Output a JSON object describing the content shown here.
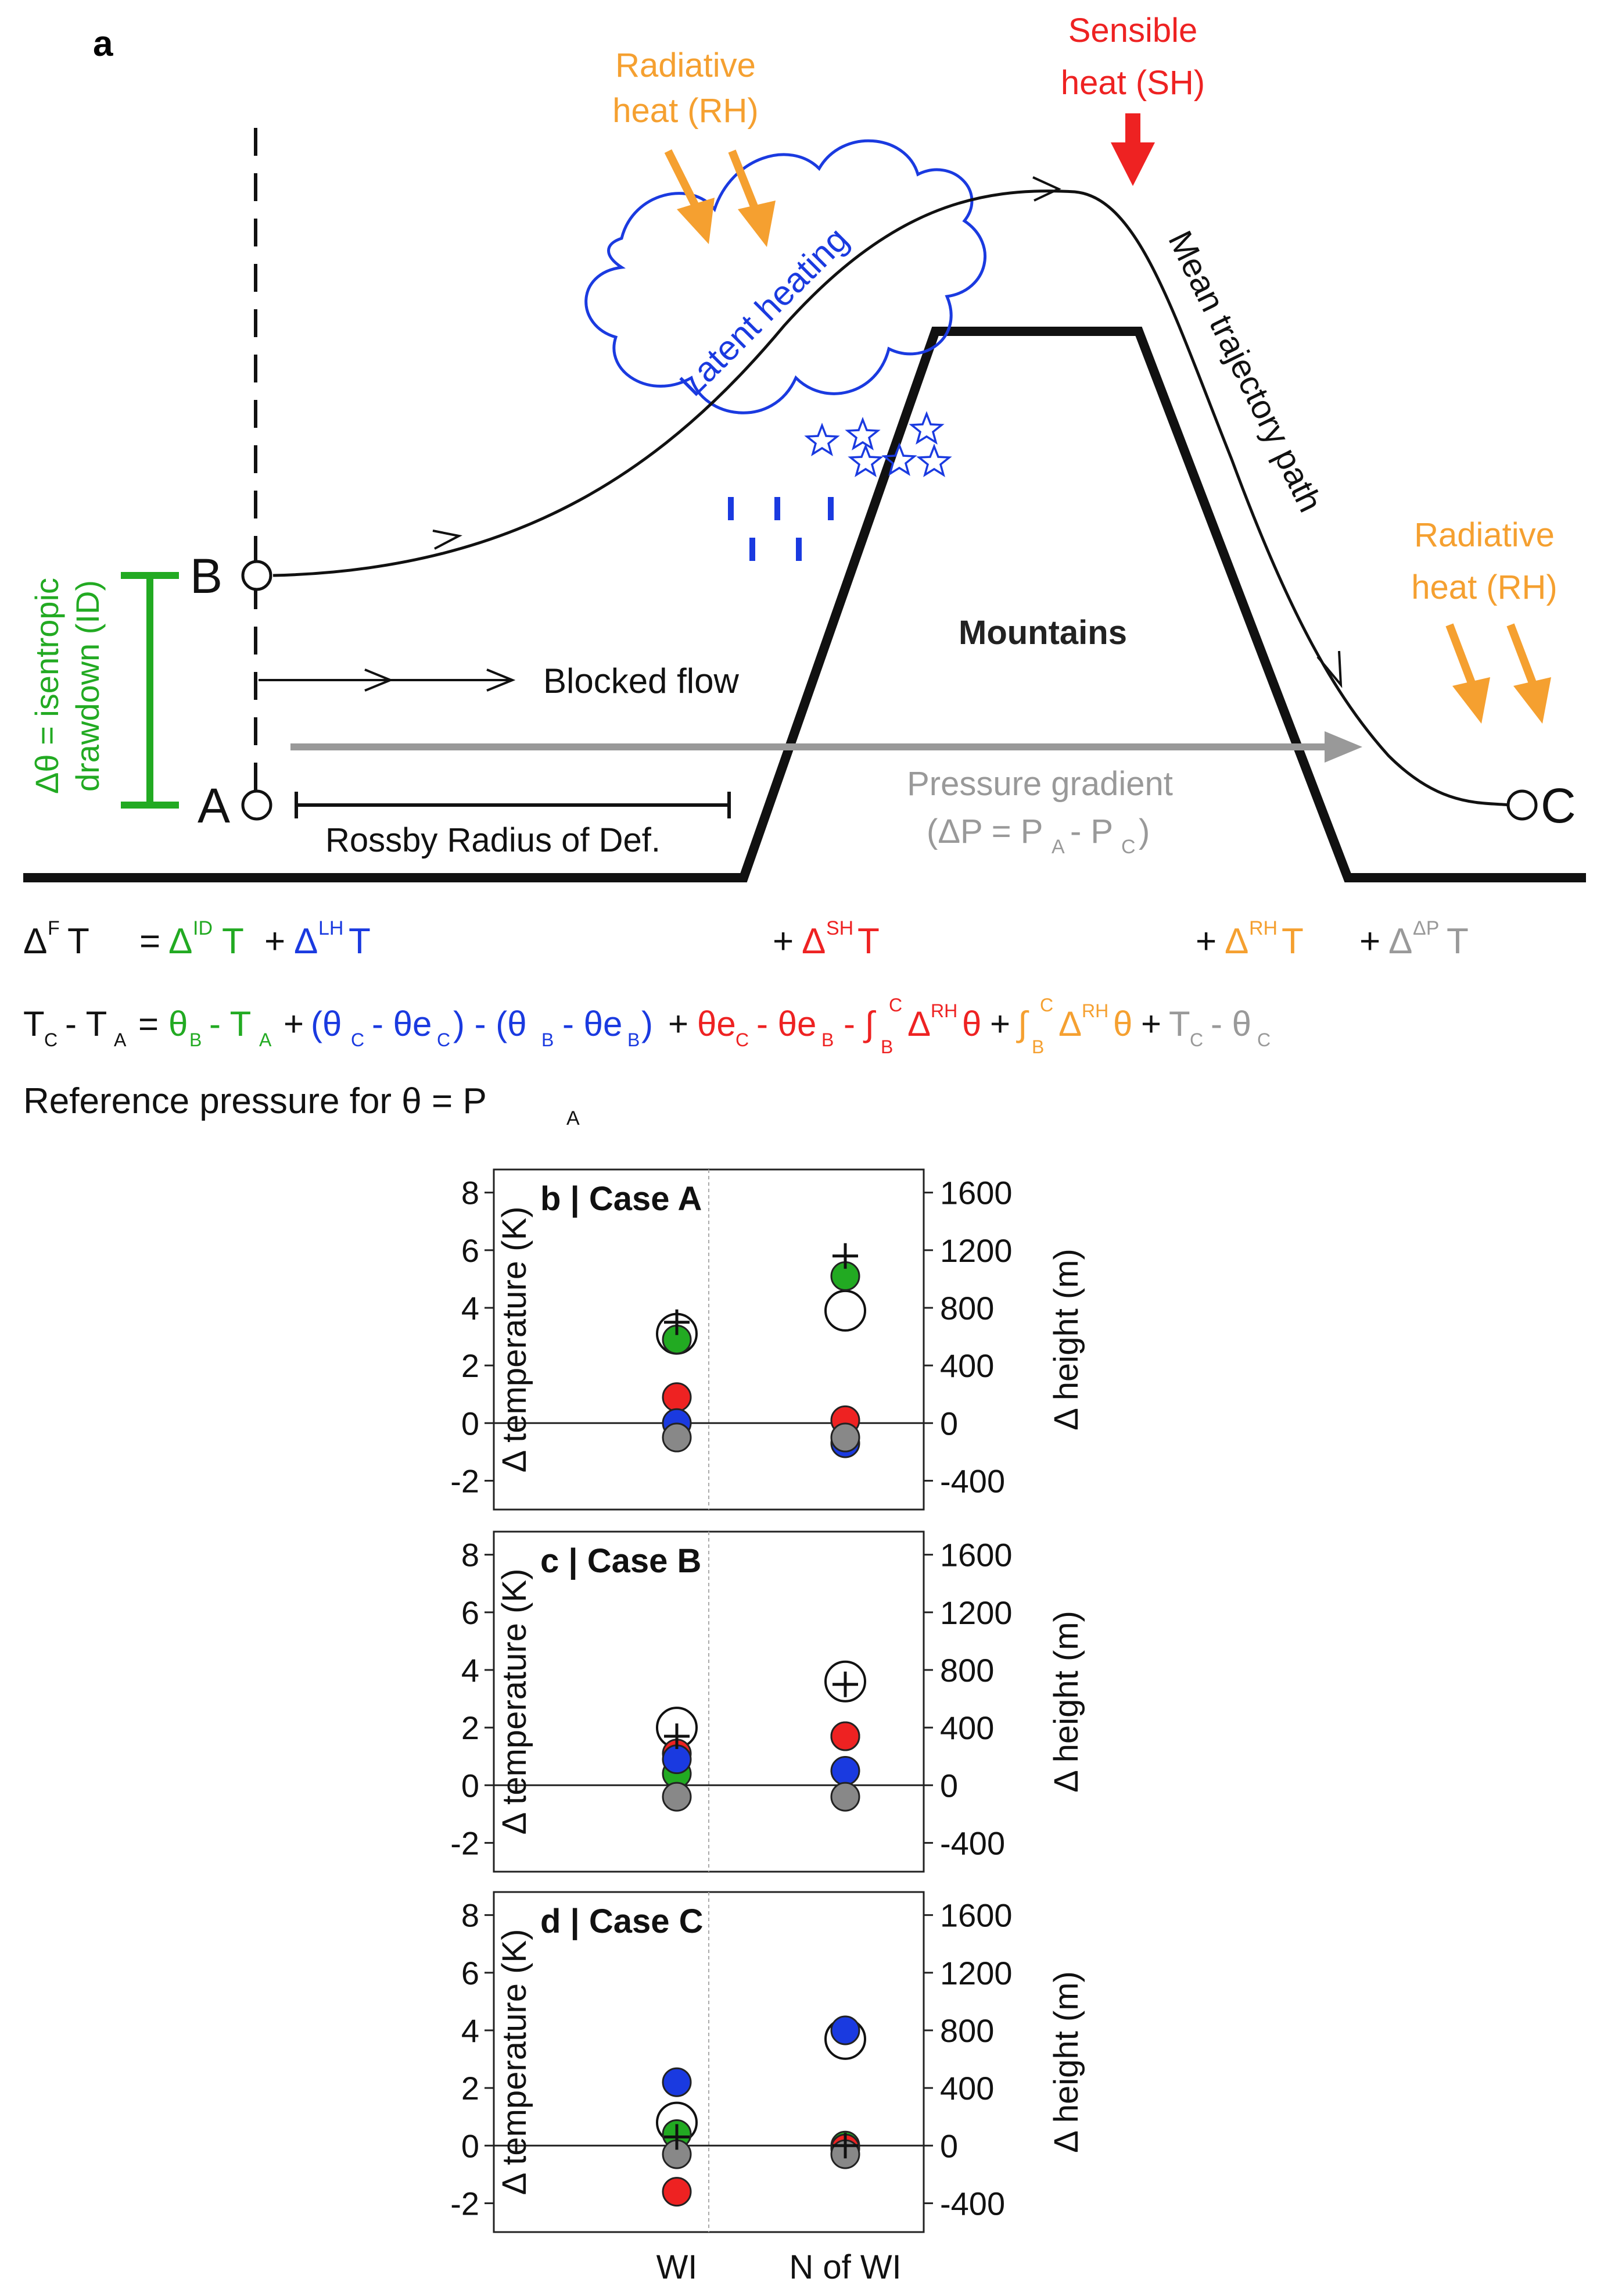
{
  "diagram": {
    "panel_label": "a",
    "radiative_heat_left": [
      "Radiative",
      "heat (RH)"
    ],
    "radiative_heat_right": [
      "Radiative",
      "heat (RH)"
    ],
    "sensible_heat": [
      "Sensible",
      "heat (SH)"
    ],
    "latent_heating": "Latent heating",
    "mean_trajectory": "Mean trajectory path",
    "mountains": "Mountains",
    "blocked_flow": "Blocked flow",
    "rossby": "Rossby Radius of Def.",
    "pressure_gradient": "Pressure gradient",
    "point_a": "A",
    "point_b": "B",
    "point_c": "C",
    "isentropic_lines": [
      "Δθ = isentropic",
      "drawdown (ID)"
    ],
    "reference_pressure": "Reference pressure for θ = P",
    "reference_pressure_sub": "A",
    "colors": {
      "green": "#22aa22",
      "blue": "#1a3ae0",
      "red": "#ee2222",
      "orange": "#f5a030",
      "gray": "#999999"
    }
  },
  "charts": {
    "left_axis_label": "Δ temperature (K)",
    "right_axis_label": "Δ height (m)",
    "left_ticks": [
      "8",
      "6",
      "4",
      "2",
      "0",
      "-2"
    ],
    "right_ticks": [
      "1600",
      "1200",
      "800",
      "400",
      "0",
      "-400"
    ],
    "x_labels": [
      "WI",
      "N of WI"
    ]
  },
  "chart_data": [
    {
      "type": "scatter",
      "title": "b | Case A",
      "categories": [
        "WI",
        "N of WI"
      ],
      "ylim": [
        -3,
        8.8
      ],
      "height_ylim": [
        -600,
        1760
      ],
      "series": [
        {
          "color": "#ffffff",
          "values": [
            3.1,
            3.9
          ]
        },
        {
          "color": "#22aa22",
          "values": [
            2.9,
            5.1
          ]
        },
        {
          "color": "#ee2222",
          "values": [
            0.9,
            0.1
          ]
        },
        {
          "color": "#1a3ae0",
          "values": [
            0.0,
            -0.7
          ]
        },
        {
          "color": "#888888",
          "values": [
            -0.5,
            -0.5
          ]
        },
        {
          "marker": "plus",
          "values": [
            3.5,
            5.8
          ]
        }
      ]
    },
    {
      "type": "scatter",
      "title": "c | Case B",
      "categories": [
        "WI",
        "N of WI"
      ],
      "ylim": [
        -3,
        8.8
      ],
      "height_ylim": [
        -600,
        1760
      ],
      "series": [
        {
          "color": "#ffffff",
          "values": [
            2.0,
            3.6
          ]
        },
        {
          "color": "#22aa22",
          "values": [
            0.4,
            1.7
          ]
        },
        {
          "color": "#ee2222",
          "values": [
            1.1,
            1.7
          ]
        },
        {
          "color": "#1a3ae0",
          "values": [
            0.9,
            0.5
          ]
        },
        {
          "color": "#888888",
          "values": [
            -0.4,
            -0.4
          ]
        },
        {
          "marker": "plus",
          "values": [
            1.7,
            3.5
          ]
        }
      ]
    },
    {
      "type": "scatter",
      "title": "d | Case C",
      "categories": [
        "WI",
        "N of WI"
      ],
      "ylim": [
        -3,
        8.8
      ],
      "height_ylim": [
        -600,
        1760
      ],
      "series": [
        {
          "color": "#ffffff",
          "values": [
            0.8,
            3.7
          ]
        },
        {
          "color": "#22aa22",
          "values": [
            0.4,
            0.0
          ]
        },
        {
          "color": "#ee2222",
          "values": [
            -1.6,
            -0.1
          ]
        },
        {
          "color": "#1a3ae0",
          "values": [
            2.2,
            4.0
          ]
        },
        {
          "color": "#888888",
          "values": [
            -0.3,
            -0.3
          ]
        },
        {
          "marker": "plus",
          "values": [
            0.3,
            0.0
          ]
        }
      ]
    }
  ]
}
